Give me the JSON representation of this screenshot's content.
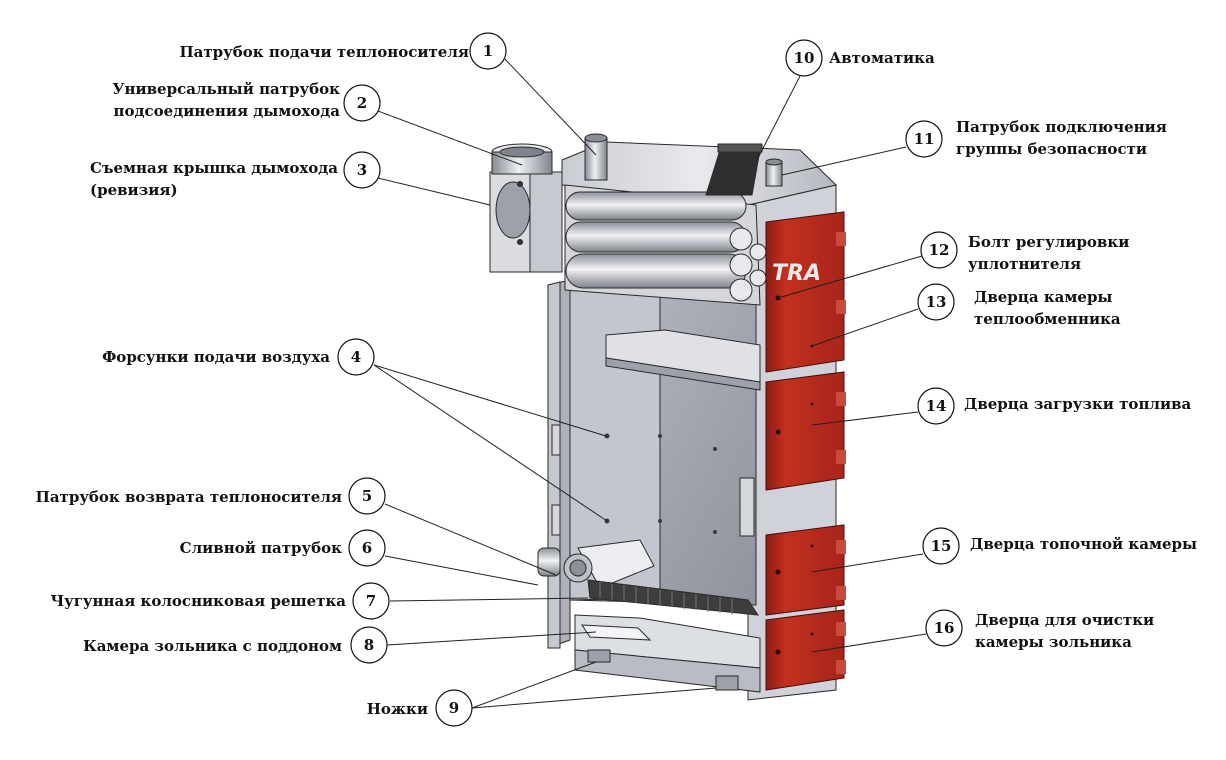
{
  "brand": {
    "logo_text": "TRA"
  },
  "colors": {
    "door_red": "#b8271d",
    "door_red_dark": "#8f1c14",
    "steel_light": "#d9dbe0",
    "steel_mid": "#b7bac3",
    "steel_dark": "#8c9099",
    "line": "#222222"
  },
  "callouts": [
    {
      "num": "1",
      "lines": [
        "Патрубок подачи теплоносителя"
      ]
    },
    {
      "num": "2",
      "lines": [
        "Универсальный патрубок",
        "подсоединения дымохода"
      ]
    },
    {
      "num": "3",
      "lines": [
        "Съемная крышка дымохода",
        "(ревизия)"
      ]
    },
    {
      "num": "4",
      "lines": [
        "Форсунки подачи воздуха"
      ]
    },
    {
      "num": "5",
      "lines": [
        "Патрубок возврата теплоносителя"
      ]
    },
    {
      "num": "6",
      "lines": [
        "Сливной патрубок"
      ]
    },
    {
      "num": "7",
      "lines": [
        "Чугунная колосниковая решетка"
      ]
    },
    {
      "num": "8",
      "lines": [
        "Камера зольника с поддоном"
      ]
    },
    {
      "num": "9",
      "lines": [
        "Ножки"
      ]
    },
    {
      "num": "10",
      "lines": [
        "Автоматика"
      ]
    },
    {
      "num": "11",
      "lines": [
        "Патрубок подключения",
        "группы безопасности"
      ]
    },
    {
      "num": "12",
      "lines": [
        "Болт регулировки",
        "уплотнителя"
      ]
    },
    {
      "num": "13",
      "lines": [
        "Дверца камеры",
        "теплообменника"
      ]
    },
    {
      "num": "14",
      "lines": [
        "Дверца загрузки топлива"
      ]
    },
    {
      "num": "15",
      "lines": [
        "Дверца топочной камеры"
      ]
    },
    {
      "num": "16",
      "lines": [
        "Дверца для очистки",
        "камеры зольника"
      ]
    }
  ]
}
